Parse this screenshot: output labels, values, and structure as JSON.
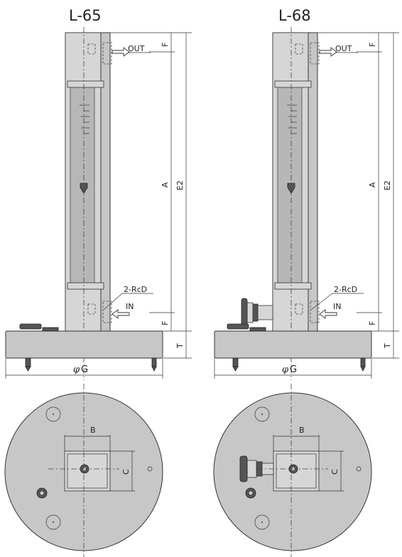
{
  "models": [
    {
      "name": "L-65",
      "labels": {
        "out": "OUT",
        "in": "IN",
        "port": "2-RcD",
        "A": "A",
        "E2": "E2",
        "F_top": "F",
        "F_bottom": "F",
        "T": "T",
        "phi": "φ",
        "G": "G",
        "B": "B",
        "C": "C"
      }
    },
    {
      "name": "L-68",
      "labels": {
        "out": "OUT",
        "in": "IN",
        "port": "2-RcD",
        "A": "A",
        "E2": "E2",
        "F_top": "F",
        "F_bottom": "F",
        "T": "T",
        "phi": "φ",
        "G": "G",
        "B": "B",
        "C": "C"
      }
    }
  ]
}
